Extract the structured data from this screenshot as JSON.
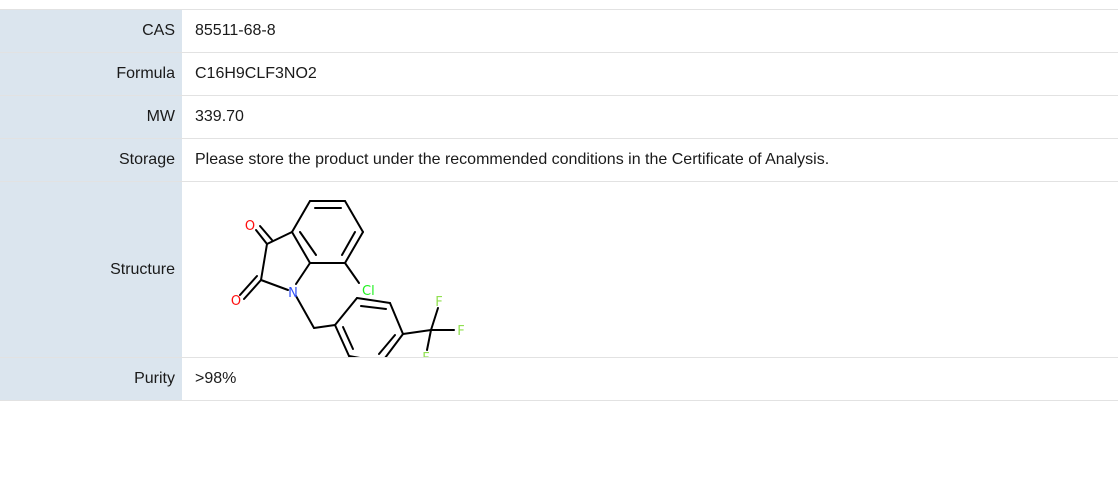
{
  "rows": [
    {
      "label": "CAS",
      "value": "85511-68-8"
    },
    {
      "label": "Formula",
      "value": "C16H9CLF3NO2"
    },
    {
      "label": "MW",
      "value": "339.70"
    },
    {
      "label": "Storage",
      "value": "Please store the product under the recommended conditions in the Certificate of Analysis."
    },
    {
      "label": "Structure"
    },
    {
      "label": "Purity",
      "value": ">98%"
    }
  ],
  "structure": {
    "atoms": {
      "o1": "O",
      "o2": "O",
      "n": "N",
      "cl": "Cl",
      "f1": "F",
      "f2": "F",
      "f3": "F"
    },
    "colors": {
      "oxygen": "#ff0d0d",
      "nitrogen": "#3050f8",
      "chlorine": "#1ff01f",
      "fluorine": "#90e050",
      "bond": "#000000"
    }
  },
  "colors": {
    "label_bg": "#dbe5ee",
    "border": "#e2e2e2"
  }
}
